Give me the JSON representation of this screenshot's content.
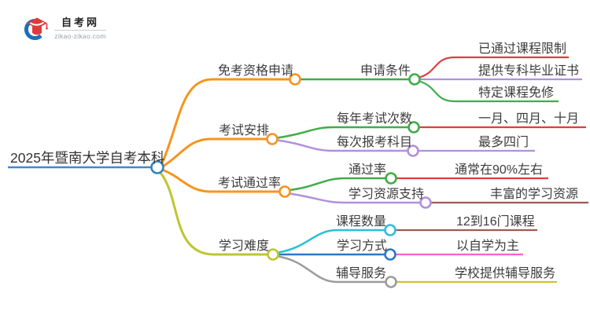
{
  "logo": {
    "site_name": "自考网",
    "site_url": "zikao-zikao.com"
  },
  "root": {
    "label": "2025年暨南大学自考本科"
  },
  "branches": [
    {
      "label": "免考资格申请",
      "children": [
        {
          "label": "申请条件",
          "children": [
            {
              "label": "已通过课程限制"
            },
            {
              "label": "提供专科毕业证书"
            },
            {
              "label": "特定课程免修"
            }
          ]
        }
      ]
    },
    {
      "label": "考试安排",
      "children": [
        {
          "label": "每年考试次数",
          "children": [
            {
              "label": "一月、四月、十月"
            }
          ]
        },
        {
          "label": "每次报考科目",
          "children": [
            {
              "label": "最多四门"
            }
          ]
        }
      ]
    },
    {
      "label": "考试通过率",
      "children": [
        {
          "label": "通过率",
          "children": [
            {
              "label": "通常在90%左右"
            }
          ]
        },
        {
          "label": "学习资源支持",
          "children": [
            {
              "label": "丰富的学习资源"
            }
          ]
        }
      ]
    },
    {
      "label": "学习难度",
      "children": [
        {
          "label": "课程数量",
          "children": [
            {
              "label": "12到16门课程"
            }
          ]
        },
        {
          "label": "学习方式",
          "children": [
            {
              "label": "以自学为主"
            }
          ]
        },
        {
          "label": "辅导服务",
          "children": [
            {
              "label": "学校提供辅导服务"
            }
          ]
        }
      ]
    }
  ],
  "colors": {
    "root_blue": "#3383bd",
    "underline_blue": "#3e8ccb",
    "branch_orange": "#f7941e",
    "branch_olive": "#bdc62e",
    "green": "#3fad49",
    "red": "#e23c3c",
    "purple": "#b190dc",
    "cyan": "#2bc0db",
    "blue": "#2e78c8",
    "gray": "#9c9c9c",
    "pink": "#ff5fc8",
    "brown": "#a05a50",
    "yellow": "#d2c22b",
    "logo_blue": "#1c70b8",
    "logo_red": "#e03a3a",
    "text": "#3c3c3c"
  }
}
